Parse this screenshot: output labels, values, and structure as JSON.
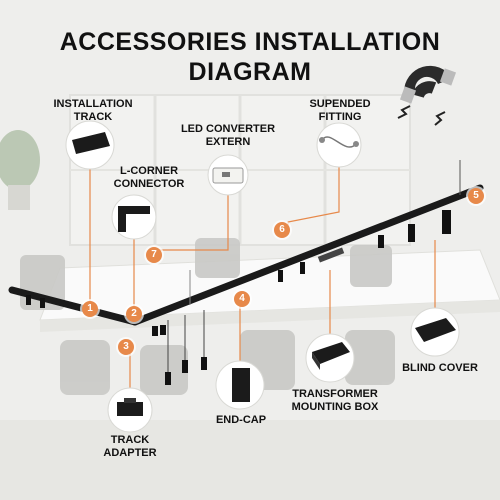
{
  "title_line1": "ACCESSORIES INSTALLATION",
  "title_line2": "DIAGRAM",
  "accent_color": "#e7894a",
  "labels": {
    "installation_track": "INSTALLATION\nTRACK",
    "l_corner_connector": "L-CORNER\nCONNECTOR",
    "led_converter": "LED CONVERTER\nEXTERN",
    "suspended_fitting": "SUPENDED\nFITTING",
    "track_adapter": "TRACK\nADAPTER",
    "end_cap": "END-CAP",
    "transformer_box": "TRANSFORMER\nMOUNTING BOX",
    "blind_cover": "BLIND COVER"
  },
  "markers": [
    "1",
    "2",
    "3",
    "4",
    "5",
    "6",
    "7"
  ],
  "icons": [
    "magnet-icon",
    "track-thumbnail",
    "l-corner-thumbnail",
    "led-converter-thumbnail",
    "suspension-cable-thumbnail",
    "track-adapter-thumbnail",
    "end-cap-thumbnail",
    "transformer-box-thumbnail",
    "blind-cover-thumbnail"
  ]
}
